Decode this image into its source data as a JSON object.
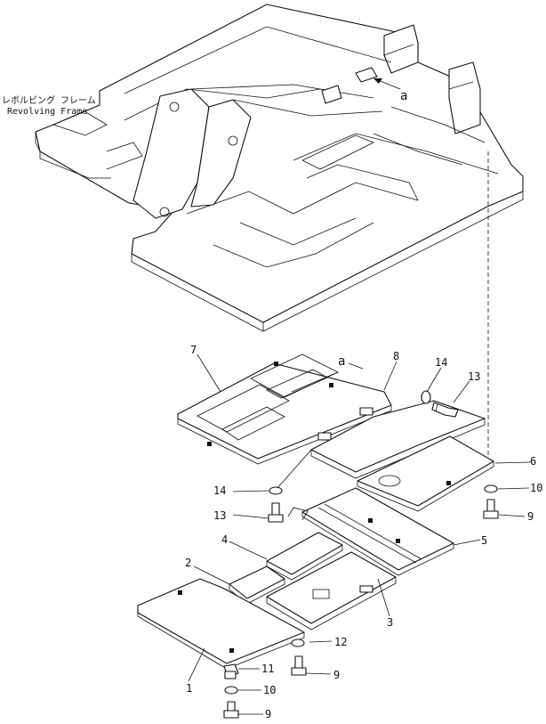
{
  "frame": {
    "label_jp": "レボルビング フレーム",
    "label_en": "Revolving Frame",
    "view_mark": "a"
  },
  "view_mark_lower": "a",
  "callouts": [
    {
      "id": "c1",
      "text": "1"
    },
    {
      "id": "c2",
      "text": "2"
    },
    {
      "id": "c3",
      "text": "3"
    },
    {
      "id": "c4",
      "text": "4"
    },
    {
      "id": "c5",
      "text": "5"
    },
    {
      "id": "c6",
      "text": "6"
    },
    {
      "id": "c7",
      "text": "7"
    },
    {
      "id": "c8",
      "text": "8"
    },
    {
      "id": "c9a",
      "text": "9"
    },
    {
      "id": "c9b",
      "text": "9"
    },
    {
      "id": "c9c",
      "text": "9"
    },
    {
      "id": "c10a",
      "text": "10"
    },
    {
      "id": "c10b",
      "text": "10"
    },
    {
      "id": "c11",
      "text": "11"
    },
    {
      "id": "c12",
      "text": "12"
    },
    {
      "id": "c13a",
      "text": "13"
    },
    {
      "id": "c13b",
      "text": "13"
    },
    {
      "id": "c14a",
      "text": "14"
    },
    {
      "id": "c14b",
      "text": "14"
    }
  ]
}
